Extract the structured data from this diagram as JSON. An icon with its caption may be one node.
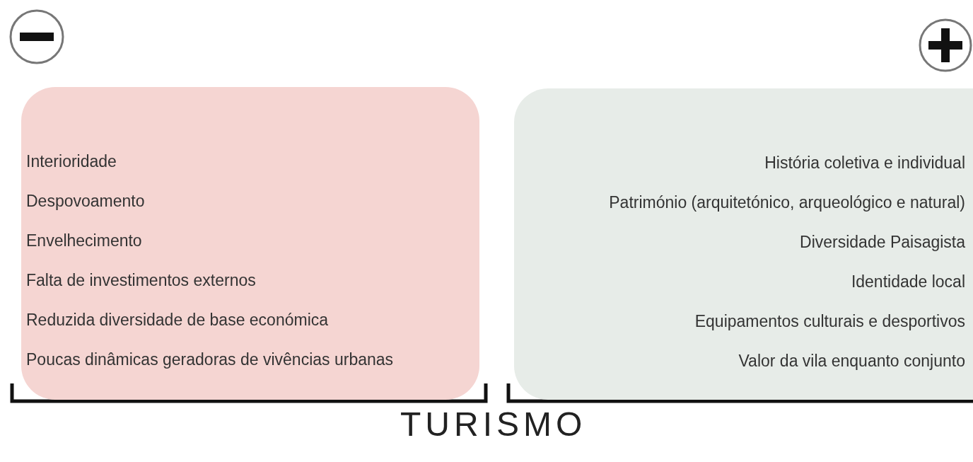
{
  "diagram": {
    "nodes": [
      {
        "text": [
          "Interioridade",
          "Despovoamento",
          "Envelhecimento",
          "Falta de investimentos externos",
          "Reduzida diversidade de base económica",
          "Poucas dinâmicas geradoras de vivências urbanas"
        ]
      },
      {
        "text": [
          "História coletiva e individual",
          "Património (arquitetónico, arqueológico e natural)",
          "Diversidade Paisagista",
          "Identidade local",
          "Equipamentos culturais e desportivos",
          "Valor da vila enquanto conjunto"
        ]
      }
    ],
    "edges": [],
    "labels": [
      "TURISMO"
    ]
  }
}
